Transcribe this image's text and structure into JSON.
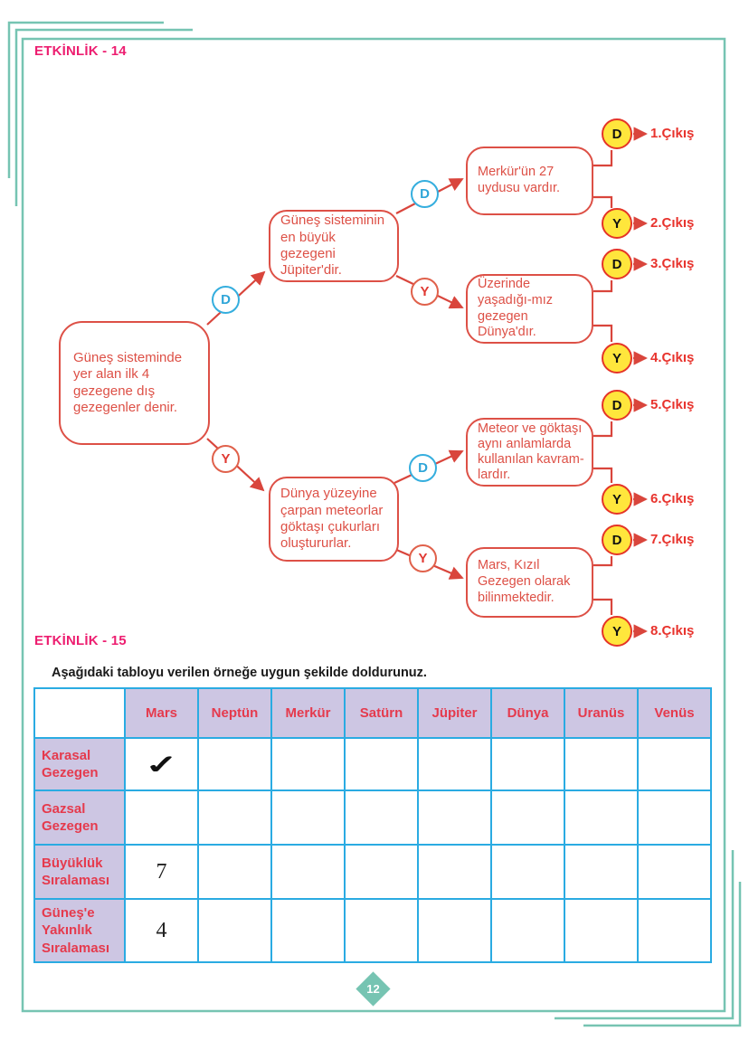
{
  "colors": {
    "frame_teal": "#76c4b2",
    "heading_pink": "#ed1e70",
    "flow_red": "#dd5046",
    "arrow_red": "#d9453c",
    "exit_label_red": "#e8332d",
    "node_blue": "#35aede",
    "node_yellow": "#ffe63c",
    "table_border_cyan": "#2aabe2",
    "table_header_bg": "#cdc6e3",
    "table_text_red": "#e53a4d"
  },
  "activity14": {
    "title": "ETKİNLİK - 14",
    "flowchart": {
      "d_label": "D",
      "y_label": "Y",
      "root": "Güneş sisteminde yer alan ilk 4 gezegene dış gezegenler denir.",
      "branch_d": "Güneş sisteminin en büyük gezegeni Jüpiter'dir.",
      "branch_y": "Dünya yüzeyine çarpan meteorlar göktaşı çukurları oluştururlar.",
      "leaf_1": "Merkür'ün 27 uydusu vardır.",
      "leaf_2": "Üzerinde yaşadığı-mız gezegen Dünya'dır.",
      "leaf_3": "Meteor ve göktaşı aynı anlamlarda kullanılan kavram-lardır.",
      "leaf_4": "Mars, Kızıl Gezegen olarak bilinmektedir.",
      "exits": [
        "1.Çıkış",
        "2.Çıkış",
        "3.Çıkış",
        "4.Çıkış",
        "5.Çıkış",
        "6.Çıkış",
        "7.Çıkış",
        "8.Çıkış"
      ]
    }
  },
  "activity15": {
    "title": "ETKİNLİK - 15",
    "instruction": "Aşağıdaki tabloyu verilen örneğe uygun şekilde doldurunuz.",
    "table": {
      "columns": [
        "Mars",
        "Neptün",
        "Merkür",
        "Satürn",
        "Jüpiter",
        "Dünya",
        "Uranüs",
        "Venüs"
      ],
      "rows": [
        {
          "label": "Karasal Gezegen",
          "values": [
            "✓",
            "",
            "",
            "",
            "",
            "",
            "",
            ""
          ]
        },
        {
          "label": "Gazsal Gezegen",
          "values": [
            "",
            "",
            "",
            "",
            "",
            "",
            "",
            ""
          ]
        },
        {
          "label": "Büyüklük Sıralaması",
          "values": [
            "7",
            "",
            "",
            "",
            "",
            "",
            "",
            ""
          ]
        },
        {
          "label": "Güneş'e Yakınlık Sıralaması",
          "values": [
            "4",
            "",
            "",
            "",
            "",
            "",
            "",
            ""
          ]
        }
      ]
    }
  },
  "footer": {
    "page_number": "12"
  }
}
